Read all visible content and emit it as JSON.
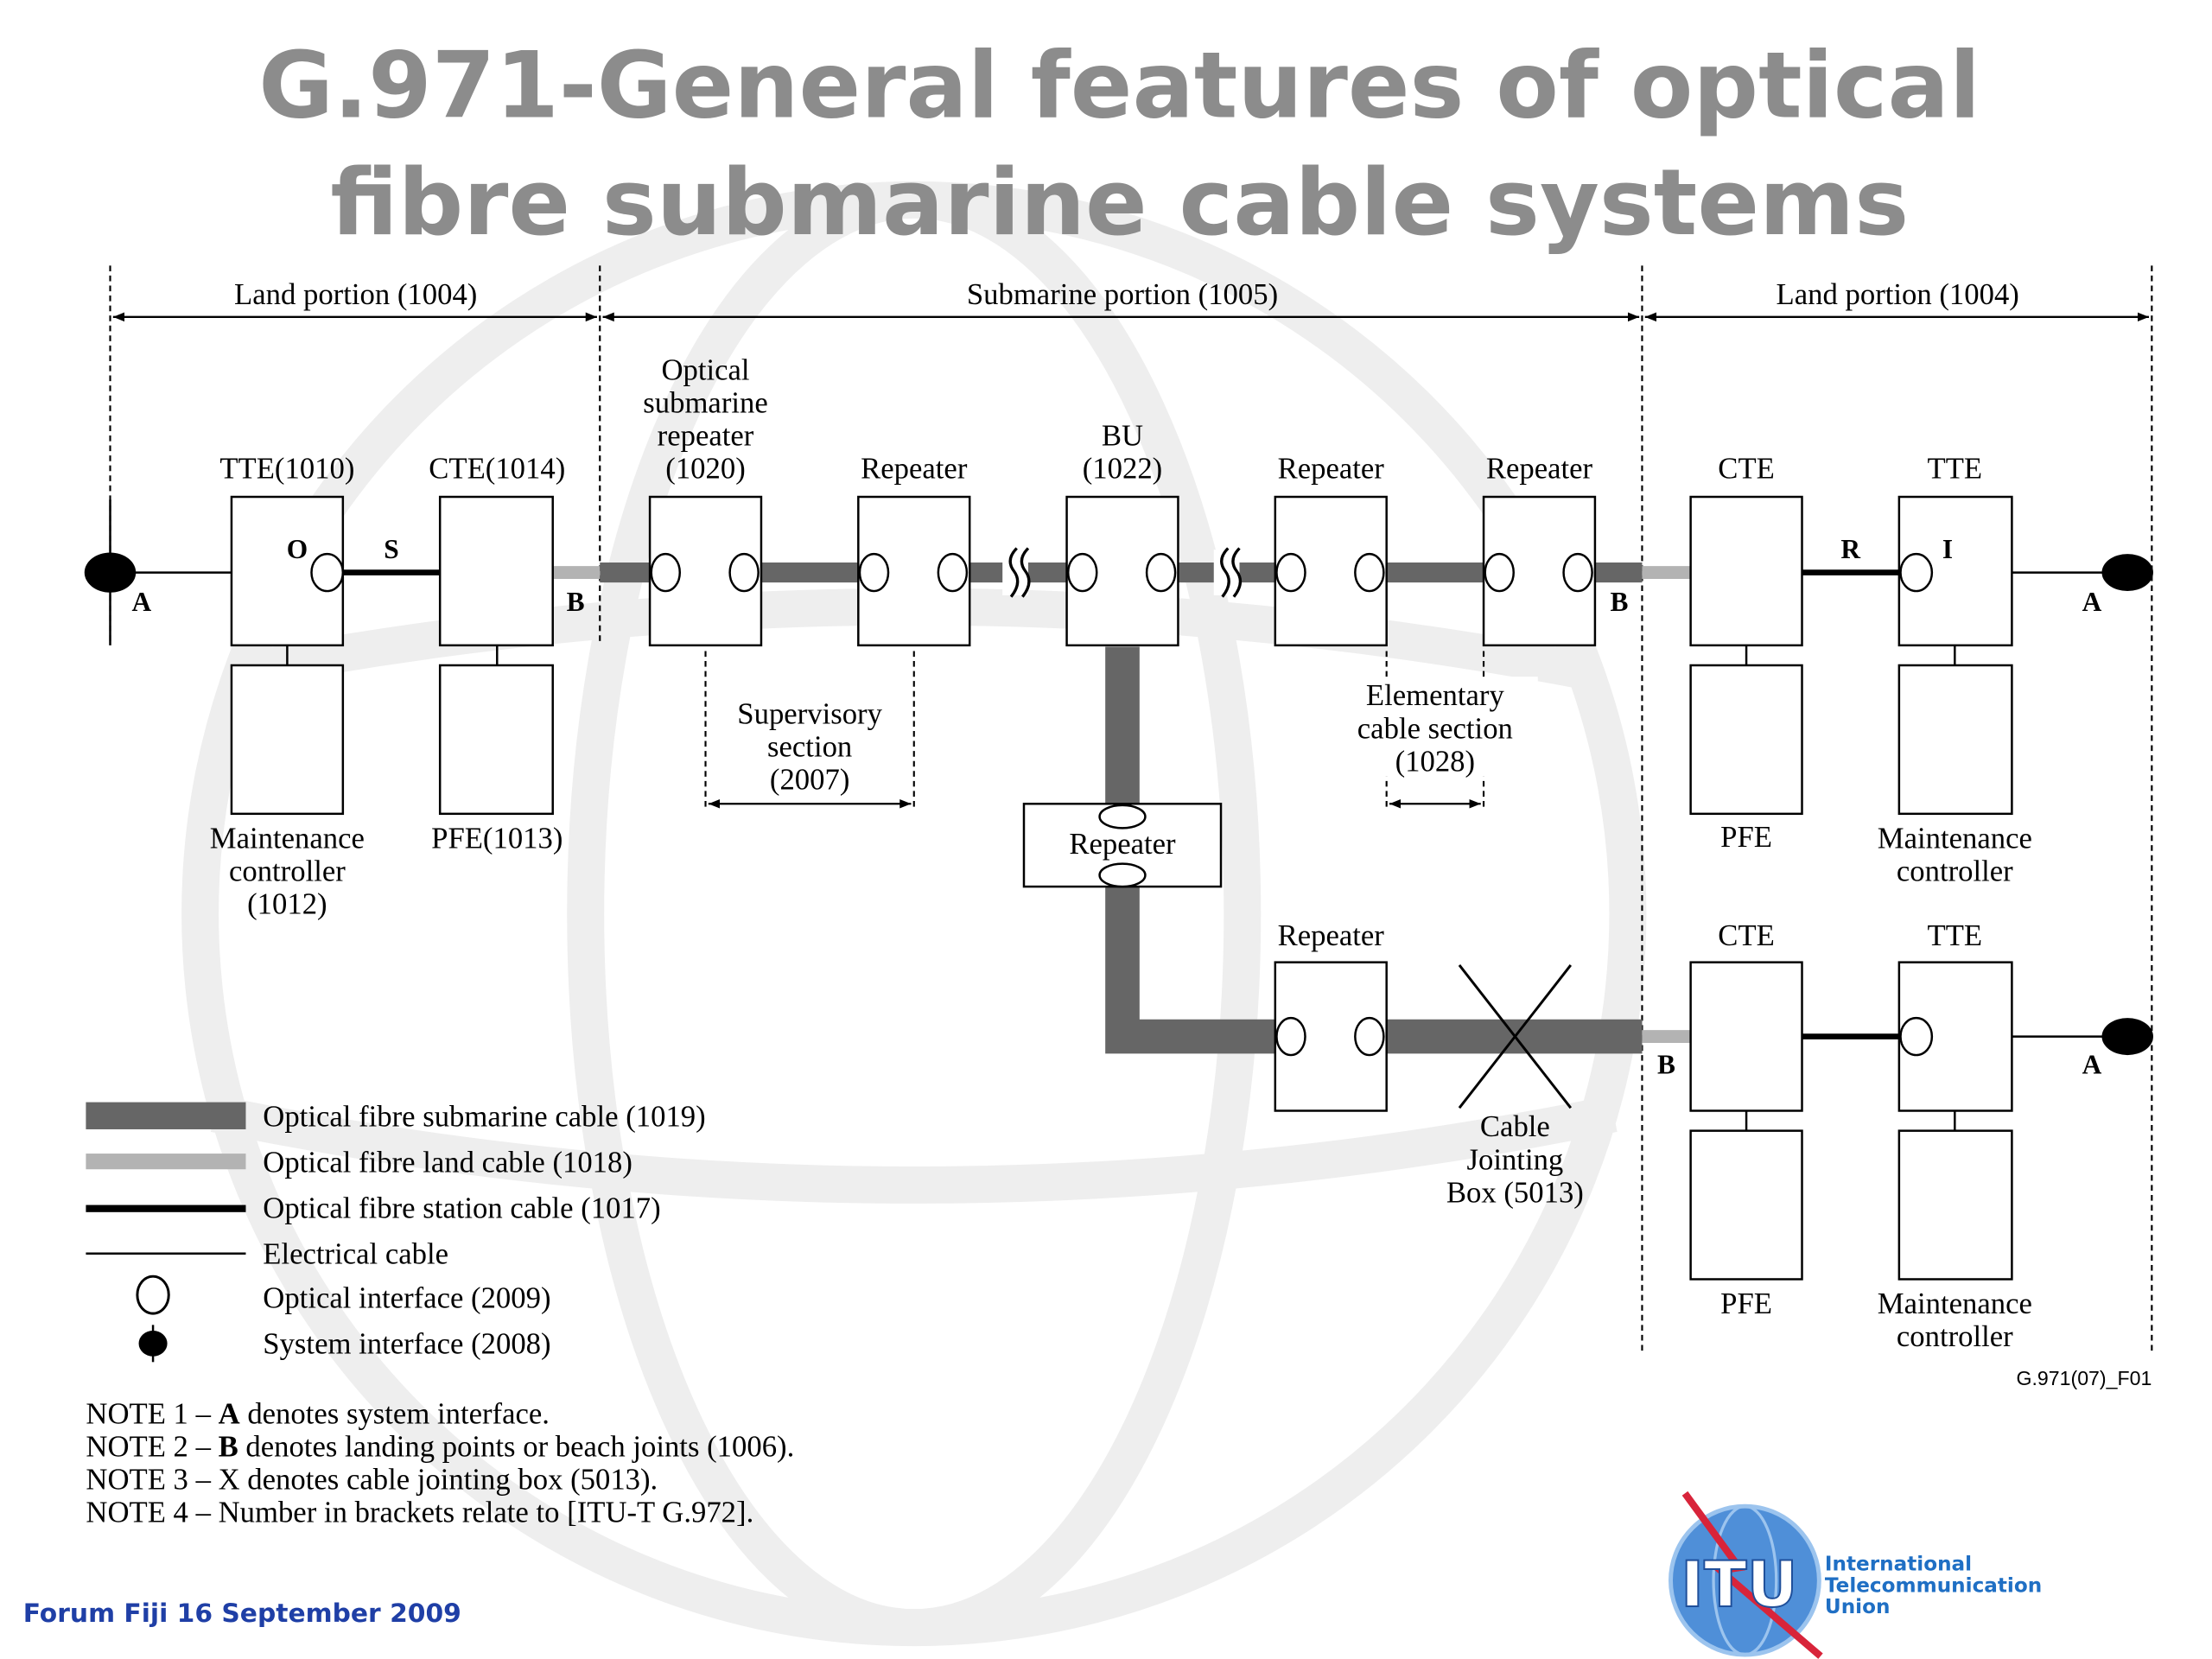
{
  "slide": {
    "title_line1": "G.971-General features of optical",
    "title_line2": "fibre submarine cable systems",
    "footer": "Forum Fiji 16 September 2009",
    "figure_id": "G.971(07)_F01",
    "colors": {
      "title": "#8c8c8c",
      "submarine_cable": "#666666",
      "land_cable": "#b3b3b3",
      "station_cable": "#000000",
      "footer": "#1f3fa6",
      "itu_blue": "#1f6fc4",
      "itu_red": "#d8243a"
    }
  },
  "portions": {
    "left_land": "Land portion (1004)",
    "submarine": "Submarine portion (1005)",
    "right_land": "Land portion (1004)"
  },
  "labels": {
    "tte_1010": "TTE(1010)",
    "cte_1014": "CTE(1014)",
    "optical_repeater": [
      "Optical",
      "submarine",
      "repeater",
      "(1020)"
    ],
    "repeater": "Repeater",
    "bu": [
      "BU",
      "(1022)"
    ],
    "cte": "CTE",
    "tte": "TTE",
    "maint_ctrl_left": [
      "Maintenance",
      "controller",
      "(1012)"
    ],
    "pfe_1013": "PFE(1013)",
    "pfe": "PFE",
    "maint_ctrl_right": [
      "Maintenance",
      "controller"
    ],
    "supervisory": [
      "Supervisory",
      "section",
      "(2007)"
    ],
    "elementary": [
      "Elementary",
      "cable section",
      "(1028)"
    ],
    "cable_jointing": [
      "Cable",
      "Jointing",
      "Box (5013)"
    ]
  },
  "points": {
    "A": "A",
    "B": "B",
    "O": "O",
    "S": "S",
    "R": "R",
    "I": "I"
  },
  "legend": [
    {
      "label": "Optical fibre submarine cable (1019)",
      "symbol": "submarine-cable"
    },
    {
      "label": "Optical fibre land cable (1018)",
      "symbol": "land-cable"
    },
    {
      "label": "Optical fibre station cable (1017)",
      "symbol": "station-cable"
    },
    {
      "label": "Electrical cable",
      "symbol": "electrical-cable"
    },
    {
      "label": "Optical interface (2009)",
      "symbol": "optical-interface"
    },
    {
      "label": "System interface (2008)",
      "symbol": "system-interface"
    }
  ],
  "notes": [
    {
      "prefix": "NOTE 1 – ",
      "bold": "A",
      "rest": " denotes system interface."
    },
    {
      "prefix": "NOTE 2 – ",
      "bold": "B",
      "rest": " denotes landing points or beach joints (1006)."
    },
    {
      "prefix": "NOTE 3 – ",
      "bold": "",
      "rest": "X denotes cable jointing box (5013)."
    },
    {
      "prefix": "NOTE 4 – ",
      "bold": "",
      "rest": "Number in brackets relate to [ITU-T G.972]."
    }
  ],
  "logo": {
    "acronym": "ITU",
    "line1": "International",
    "line2": "Telecommunication",
    "line3": "Union"
  }
}
